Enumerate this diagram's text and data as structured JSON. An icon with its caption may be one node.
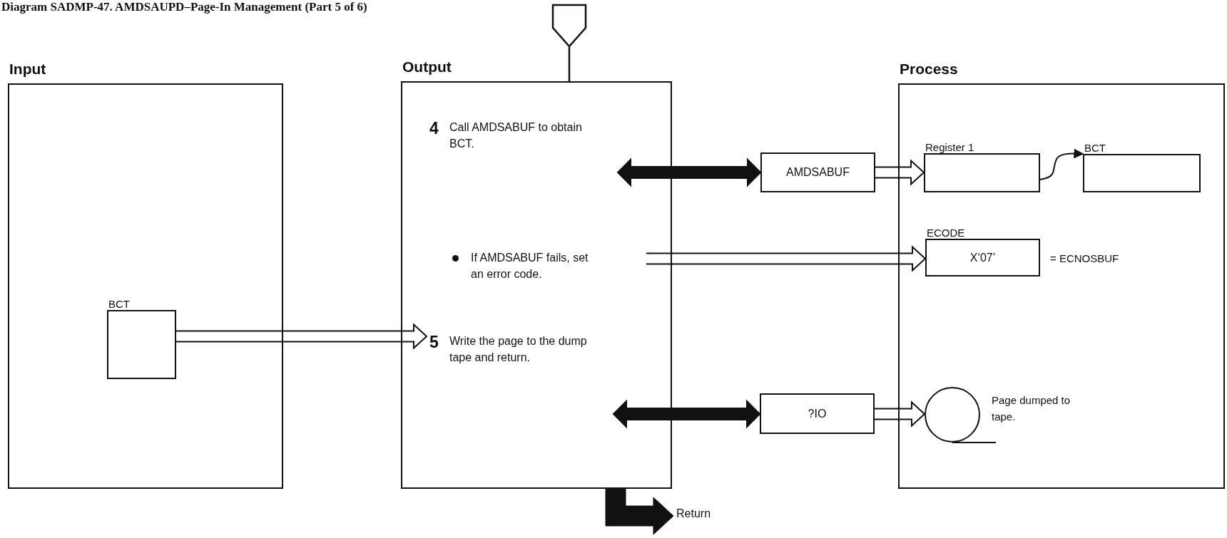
{
  "diagram": {
    "title": "Diagram SADMP-47. AMDSAUPD–Page-In Management (Part 5 of 6)",
    "nodes": [
      {
        "text": [
          "Input"
        ]
      },
      {
        "text": [
          "Output"
        ]
      },
      {
        "text": [
          "Process"
        ]
      },
      {
        "text": [
          "BCT"
        ],
        "in": 0
      },
      {
        "text": [
          "4",
          "Call AMDSABUF to obtain BCT."
        ],
        "in": 1
      },
      {
        "text": [
          "If AMDSABUF fails, set an error code."
        ],
        "in": 1
      },
      {
        "text": [
          "5",
          "Write the page to the dump tape and return."
        ],
        "in": 1
      },
      {
        "text": [
          "AMDSABUF"
        ]
      },
      {
        "text": [
          "?IO"
        ]
      },
      {
        "text": [
          "Register 1"
        ],
        "in": 2
      },
      {
        "text": [
          "BCT"
        ],
        "in": 2
      },
      {
        "text": [
          "ECODE",
          "X‘07’"
        ],
        "in": 2,
        "beside": [
          "= ECNOSBUF"
        ]
      },
      {
        "text": [],
        "shape": "circle",
        "in": 2,
        "beside": [
          "Page dumped to tape."
        ]
      },
      {
        "text": [],
        "shape": "pentagon"
      },
      {
        "text": [
          "Return"
        ]
      }
    ],
    "edges": [
      {
        "from": 3,
        "to": 6,
        "arrow": "to"
      },
      {
        "from": 4,
        "to": 7,
        "arrow": "both",
        "style": "thick"
      },
      {
        "from": 5,
        "to": 11,
        "arrow": "to"
      },
      {
        "from": 6,
        "to": 8,
        "arrow": "both",
        "style": "thick"
      },
      {
        "from": 7,
        "to": 9,
        "arrow": "to"
      },
      {
        "from": 9,
        "to": 10,
        "arrow": "to"
      },
      {
        "from": 8,
        "to": 12,
        "arrow": "to"
      },
      {
        "from": 13,
        "to": 1,
        "arrow": "none"
      },
      {
        "from": 1,
        "to": 14,
        "arrow": "to",
        "style": "thick"
      }
    ]
  }
}
